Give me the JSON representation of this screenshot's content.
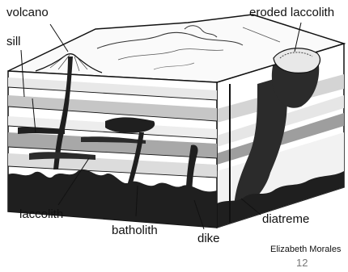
{
  "labels": {
    "volcano": "volcano",
    "eroded_laccolith": "eroded laccolith",
    "sill": "sill",
    "laccolith": "laccolith",
    "batholith": "batholith",
    "dike": "dike",
    "diatreme": "diatreme"
  },
  "credit": "Elizabeth Morales",
  "page_number": "12"
}
